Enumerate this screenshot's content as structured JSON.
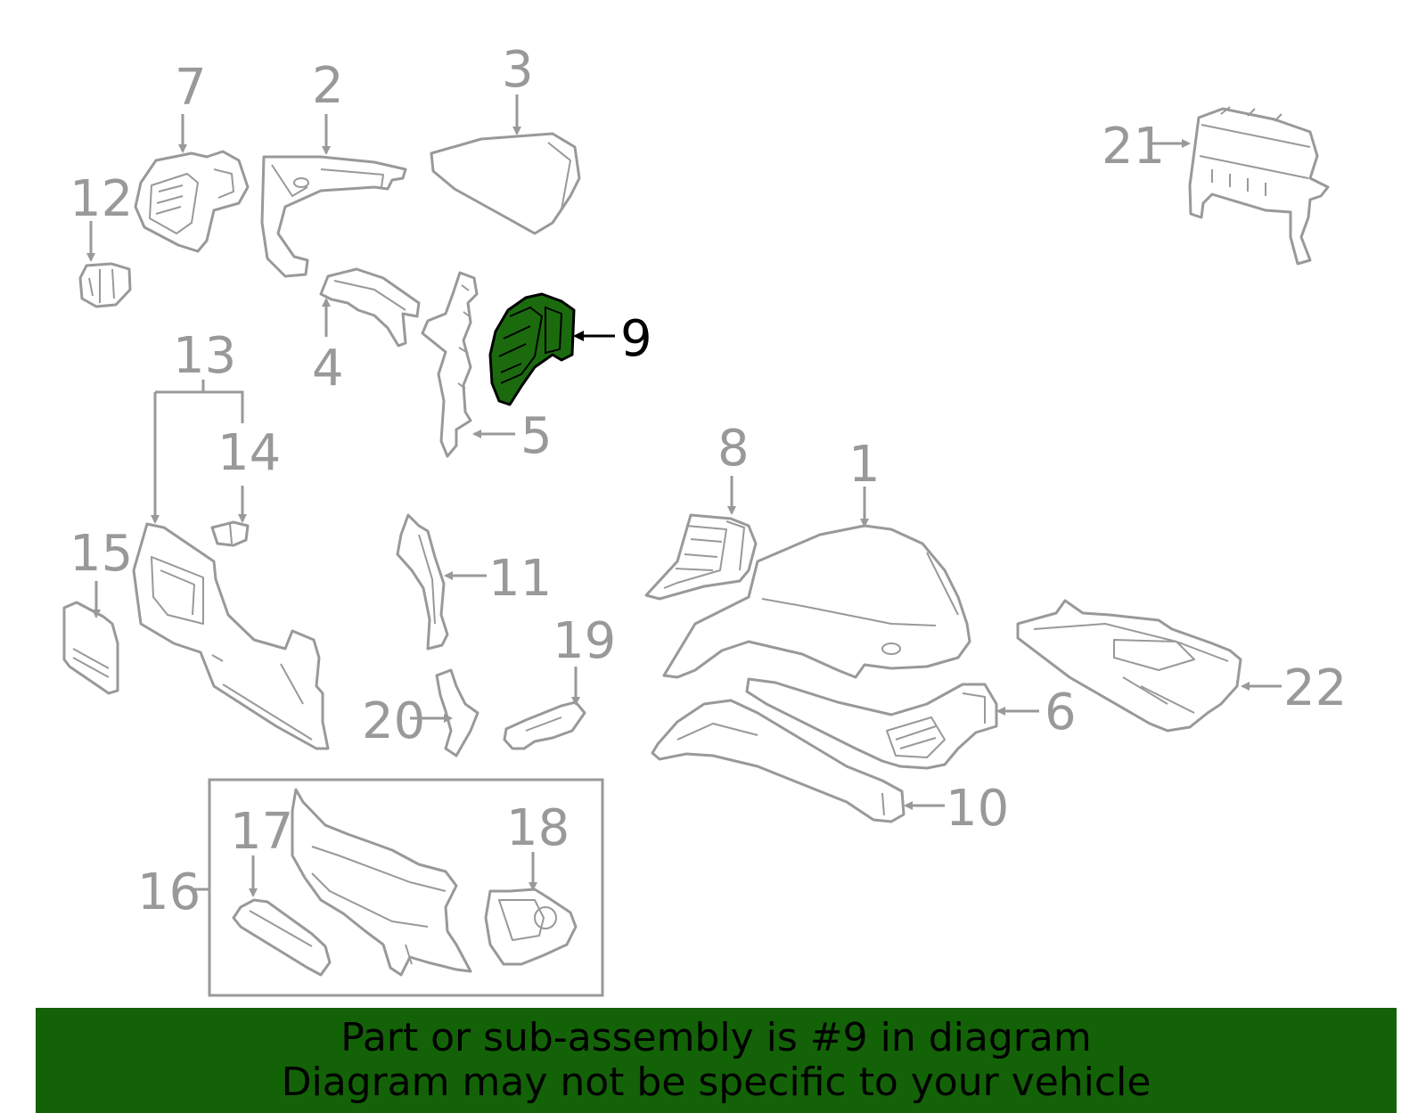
{
  "diagram": {
    "callouts": [
      {
        "id": "1",
        "label": "1"
      },
      {
        "id": "2",
        "label": "2"
      },
      {
        "id": "3",
        "label": "3"
      },
      {
        "id": "4",
        "label": "4"
      },
      {
        "id": "5",
        "label": "5"
      },
      {
        "id": "6",
        "label": "6"
      },
      {
        "id": "7",
        "label": "7"
      },
      {
        "id": "8",
        "label": "8"
      },
      {
        "id": "9",
        "label": "9"
      },
      {
        "id": "10",
        "label": "10"
      },
      {
        "id": "11",
        "label": "11"
      },
      {
        "id": "12",
        "label": "12"
      },
      {
        "id": "13",
        "label": "13"
      },
      {
        "id": "14",
        "label": "14"
      },
      {
        "id": "15",
        "label": "15"
      },
      {
        "id": "16",
        "label": "16"
      },
      {
        "id": "17",
        "label": "17"
      },
      {
        "id": "18",
        "label": "18"
      },
      {
        "id": "19",
        "label": "19"
      },
      {
        "id": "20",
        "label": "20"
      },
      {
        "id": "21",
        "label": "21"
      },
      {
        "id": "22",
        "label": "22"
      }
    ],
    "highlighted_part": "9",
    "colors": {
      "line": "#999999",
      "highlight_fill": "#1b6b0e",
      "banner": "#136207",
      "banner_text": "#000000"
    }
  },
  "banner": {
    "line1": "Part or sub-assembly is #9 in diagram",
    "line2": "Diagram may not be specific to your vehicle"
  }
}
